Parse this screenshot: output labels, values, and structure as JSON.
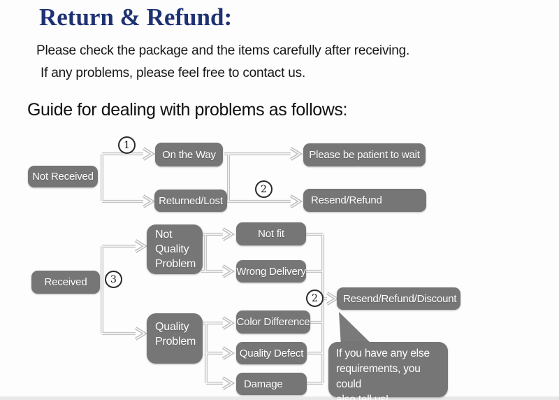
{
  "page": {
    "title": "Return & Refund:",
    "intro_line1": "Please check the package and the items carefully after receiving.",
    "intro_line2": "If any problems, please feel free to contact us.",
    "guide_heading": "Guide for dealing with problems as follows:"
  },
  "flowchart": {
    "nodes": {
      "not_received": {
        "label": "Not Received"
      },
      "on_the_way": {
        "label": "On the Way"
      },
      "returned_lost": {
        "label": "Returned/Lost"
      },
      "please_wait": {
        "label": "Please be patient to wait"
      },
      "resend_refund": {
        "label": "Resend/Refund"
      },
      "received": {
        "label": "Received"
      },
      "not_quality_problem": {
        "lines": [
          "Not",
          "Quality",
          "Problem"
        ]
      },
      "not_fit": {
        "label": "Not fit"
      },
      "wrong_delivery": {
        "label": "Wrong Delivery"
      },
      "quality_problem": {
        "lines": [
          "Quality",
          "Problem"
        ]
      },
      "color_difference": {
        "label": "Color Difference"
      },
      "quality_defect": {
        "label": "Quality Defect"
      },
      "damage": {
        "label": "Damage"
      },
      "resend_refund_discount": {
        "label": "Resend/Refund/Discount"
      }
    },
    "steps": {
      "one": "1",
      "two": "2",
      "three": "3",
      "two_repeat": "2"
    },
    "bubble": {
      "lines": [
        "If you have any else",
        "requirements, you could",
        "also tell us!"
      ]
    }
  },
  "colors": {
    "title_navy": "#1e3173",
    "box_gray": "#767676",
    "connector_gray": "#c5c5c5",
    "node_text": "#ffffff"
  }
}
